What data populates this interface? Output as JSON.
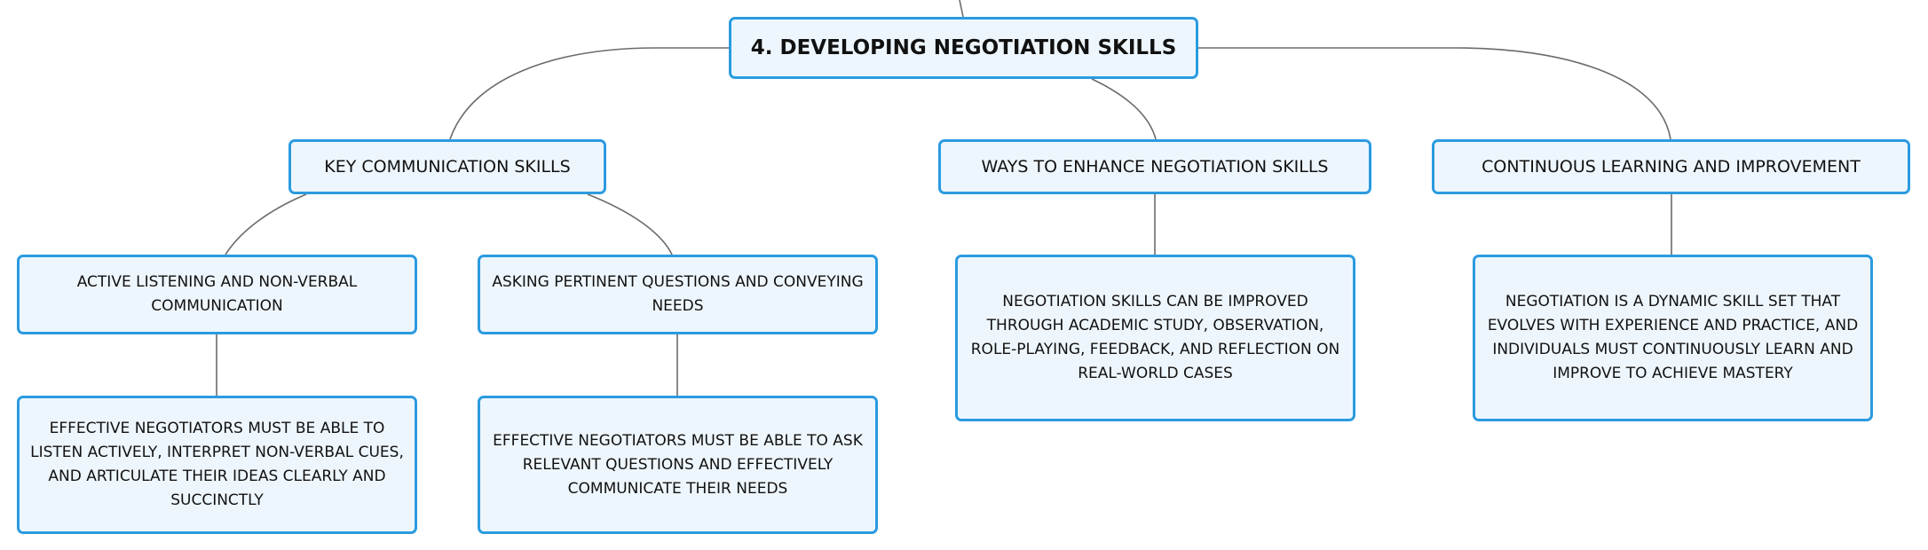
{
  "root": {
    "label": "4. DEVELOPING NEGOTIATION SKILLS"
  },
  "branches": {
    "key_communication": {
      "label": "KEY COMMUNICATION SKILLS",
      "active_listening": {
        "label": "ACTIVE LISTENING AND NON-VERBAL COMMUNICATION",
        "detail": "EFFECTIVE NEGOTIATORS MUST BE ABLE TO LISTEN ACTIVELY, INTERPRET NON-VERBAL CUES, AND ARTICULATE THEIR IDEAS CLEARLY AND SUCCINCTLY"
      },
      "asking_questions": {
        "label": "ASKING PERTINENT QUESTIONS AND CONVEYING NEEDS",
        "detail": "EFFECTIVE NEGOTIATORS MUST BE ABLE TO ASK RELEVANT QUESTIONS AND EFFECTIVELY COMMUNICATE THEIR NEEDS"
      }
    },
    "ways_to_enhance": {
      "label": "WAYS TO ENHANCE NEGOTIATION SKILLS",
      "detail": "NEGOTIATION SKILLS CAN BE IMPROVED THROUGH ACADEMIC STUDY, OBSERVATION, ROLE-PLAYING, FEEDBACK, AND REFLECTION ON REAL-WORLD CASES"
    },
    "continuous_learning": {
      "label": "CONTINUOUS LEARNING AND IMPROVEMENT",
      "detail": "NEGOTIATION IS A DYNAMIC SKILL SET THAT EVOLVES WITH EXPERIENCE AND PRACTICE, AND INDIVIDUALS MUST CONTINUOUSLY LEARN AND IMPROVE TO ACHIEVE MASTERY"
    }
  },
  "colors": {
    "node_border": "#2b9be0",
    "node_fill": "#eef6fd",
    "connector": "#6b6b6b",
    "text": "#111111"
  }
}
